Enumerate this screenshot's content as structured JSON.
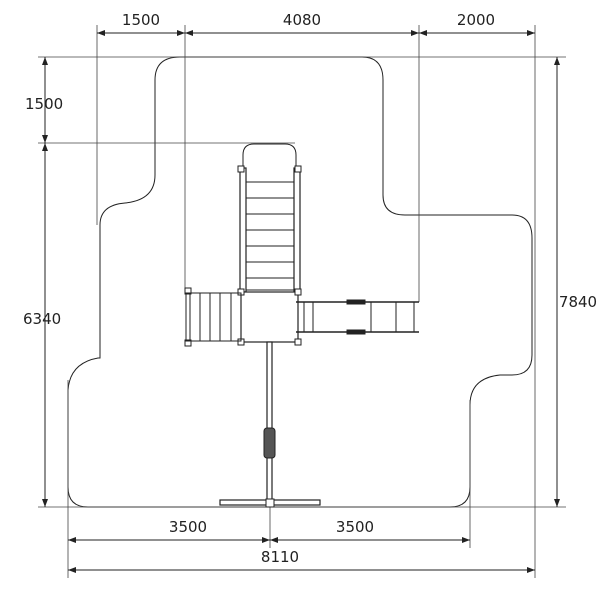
{
  "dimensions": {
    "top_left": "1500",
    "top_middle": "4080",
    "top_right": "2000",
    "left_upper": "1500",
    "left_lower": "6340",
    "right_total": "7840",
    "bottom_left": "3500",
    "bottom_right": "3500",
    "bottom_total": "8110"
  }
}
